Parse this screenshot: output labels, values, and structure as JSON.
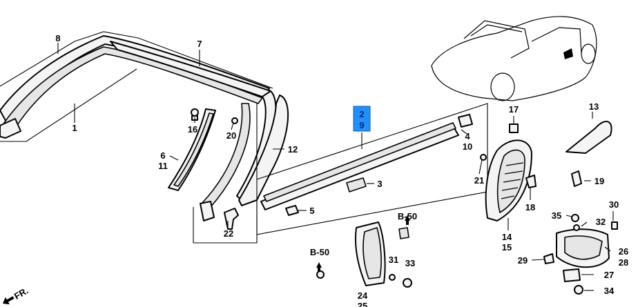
{
  "callouts": {
    "p1": "1",
    "p2": "2",
    "p3": "3",
    "p4": "4",
    "p5": "5",
    "p6": "6",
    "p7": "7",
    "p8": "8",
    "p9": "9",
    "p10": "10",
    "p11": "11",
    "p12": "12",
    "p13": "13",
    "p14": "14",
    "p15": "15",
    "p16": "16",
    "p17": "17",
    "p18": "18",
    "p19": "19",
    "p20": "20",
    "p21": "21",
    "p22": "22",
    "p24": "24",
    "p25": "25",
    "p26": "26",
    "p27": "27",
    "p28": "28",
    "p29": "29",
    "p30": "30",
    "p31": "31",
    "p32": "32",
    "p33": "33",
    "p34": "34",
    "p35": "35"
  },
  "refs": {
    "b50_a": "B-50",
    "b50_b": "B-50"
  },
  "front_marker": "FR.",
  "highlight": {
    "color": "#1e90ff",
    "parts": [
      "2",
      "9"
    ]
  }
}
